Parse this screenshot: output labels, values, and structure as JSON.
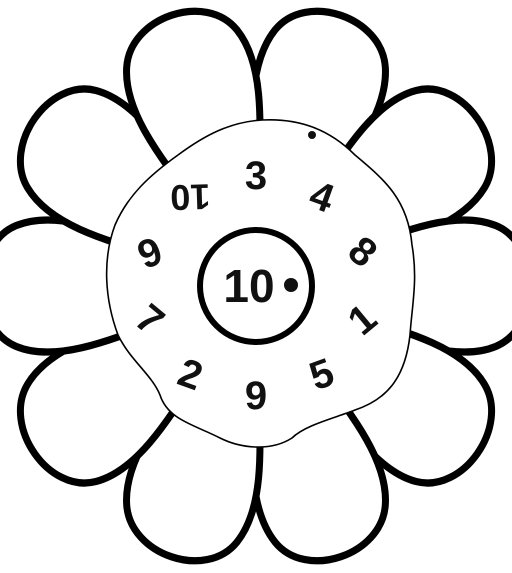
{
  "flower": {
    "center_value": "10",
    "segments": [
      {
        "value": "3",
        "angle": 0
      },
      {
        "value": "4",
        "angle": 36
      },
      {
        "value": "8",
        "angle": 72
      },
      {
        "value": "1",
        "angle": 108
      },
      {
        "value": "5",
        "angle": 144
      },
      {
        "value": "9",
        "angle": 180
      },
      {
        "value": "2",
        "angle": 216
      },
      {
        "value": "7",
        "angle": 252
      },
      {
        "value": "6",
        "angle": 288
      },
      {
        "value": "10",
        "angle": 324
      }
    ],
    "petal_angles": [
      18,
      54,
      90,
      126,
      162,
      198,
      234,
      270,
      306,
      342
    ],
    "colors": {
      "outline": "#000000",
      "fill": "#ffffff",
      "text": "#111111"
    }
  }
}
